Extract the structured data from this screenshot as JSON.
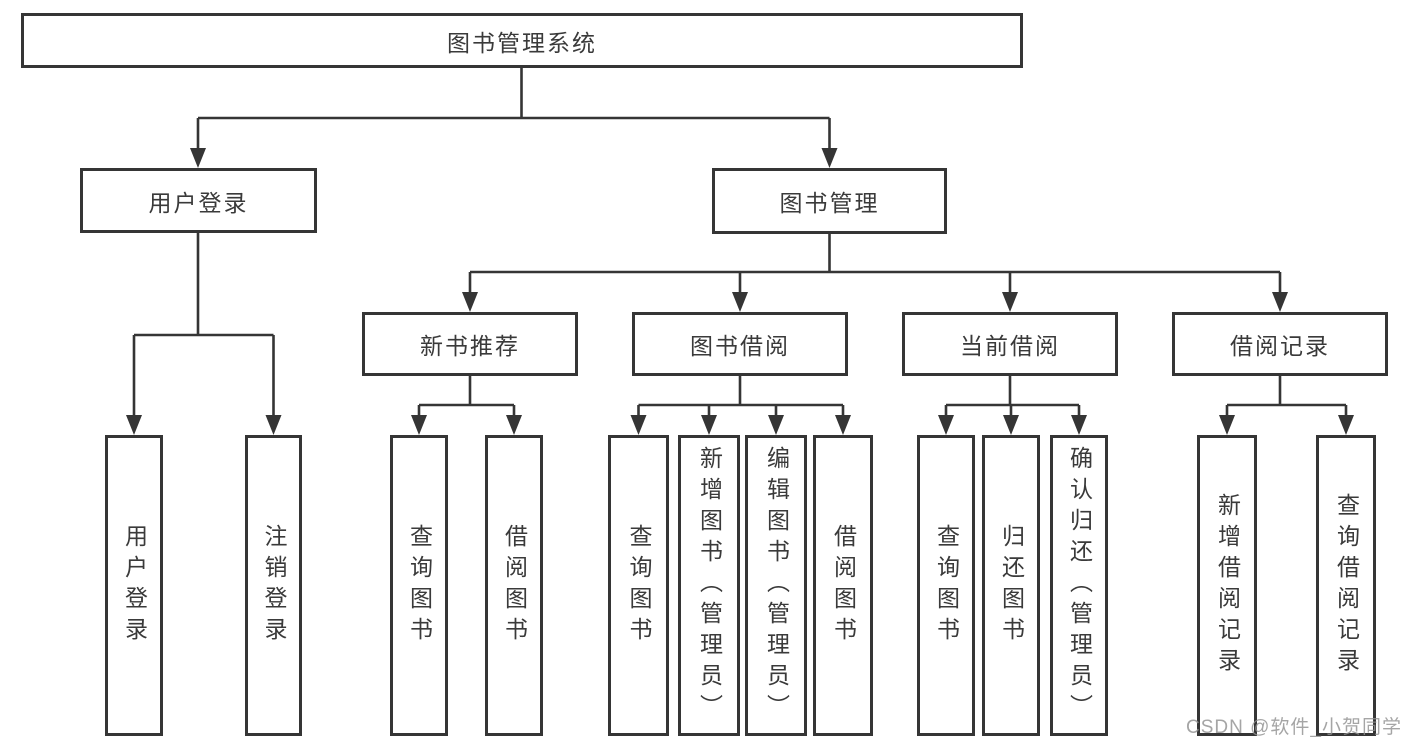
{
  "colors": {
    "line": "#353535",
    "box_border": "#353535",
    "box_fill": "#ffffff",
    "text": "#3a3a3a",
    "watermark": "#919191",
    "background": "#ffffff"
  },
  "diagram": {
    "root": {
      "label": "图书管理系统"
    },
    "level1": [
      {
        "label": "用户登录",
        "children": [
          {
            "label": "用户登录"
          },
          {
            "label": "注销登录"
          }
        ]
      },
      {
        "label": "图书管理",
        "children": [
          {
            "label": "新书推荐",
            "children": [
              {
                "label": "查询图书"
              },
              {
                "label": "借阅图书"
              }
            ]
          },
          {
            "label": "图书借阅",
            "children": [
              {
                "label": "查询图书"
              },
              {
                "label": "新增图书（管理员）"
              },
              {
                "label": "编辑图书（管理员）"
              },
              {
                "label": "借阅图书"
              }
            ]
          },
          {
            "label": "当前借阅",
            "children": [
              {
                "label": "查询图书"
              },
              {
                "label": "归还图书"
              },
              {
                "label": "确认归还（管理员）"
              }
            ]
          },
          {
            "label": "借阅记录",
            "children": [
              {
                "label": "新增借阅记录"
              },
              {
                "label": "查询借阅记录"
              }
            ]
          }
        ]
      }
    ]
  },
  "watermark": {
    "text": "CSDN @软件_小贺同学"
  }
}
